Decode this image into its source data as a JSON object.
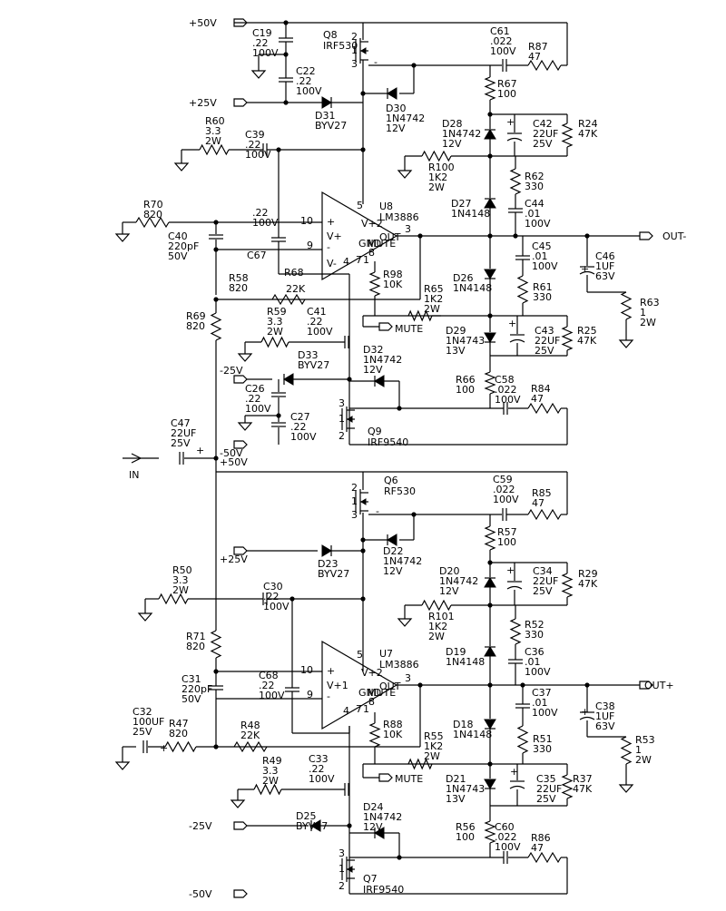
{
  "nets": {
    "p50_top": "+50V",
    "p25_top": "+25V",
    "m25_mid": "-25V",
    "m50_mid": "-50V",
    "p50_mid": "+50V",
    "p25_bot": "+25V",
    "m25_bot": "-25V",
    "m50_bot": "-50V",
    "out_minus": "OUT-",
    "out_plus": "OUT+",
    "in": "IN",
    "mute_top": "MUTE",
    "mute_bot": "MUTE"
  },
  "ics": {
    "u8": {
      "ref": "U8",
      "part": "LM3886"
    },
    "u7": {
      "ref": "U7",
      "part": "LM3886"
    },
    "pins": {
      "p10": "10",
      "p9": "9",
      "p3": "3",
      "p5": "5",
      "p4": "4",
      "p7": "7",
      "p1": "1",
      "p8": "8",
      "inp": "+",
      "inn": "-",
      "out": "OUT",
      "v_plus": "V+",
      "v_minus": "V-",
      "gnd": "GND",
      "mute": "MUTE",
      "v_plus2": "V+2",
      "v_plus1": "V+1"
    }
  },
  "transistors": {
    "q8": {
      "ref": "Q8",
      "part": "IRF530"
    },
    "q9": {
      "ref": "Q9",
      "part": "IRF9540"
    },
    "q6": {
      "ref": "Q6",
      "part": "RF530"
    },
    "q7": {
      "ref": "Q7",
      "part": "IRF9540"
    },
    "pin1": "1",
    "pin2": "2",
    "pin3": "3"
  },
  "top": {
    "c19": [
      "C19",
      ".22",
      "100V"
    ],
    "c22": [
      "C22",
      ".22",
      "100V"
    ],
    "c61": [
      "C61",
      ".022",
      "100V"
    ],
    "r87": [
      "R87",
      "47"
    ],
    "r67": [
      "R67",
      "100"
    ],
    "d31": [
      "D31",
      "BYV27"
    ],
    "d30": [
      "D30",
      "1N4742",
      "12V"
    ],
    "r60": [
      "R60",
      "3.3",
      "2W"
    ],
    "c39": [
      "C39",
      ".22",
      "100V"
    ],
    "d28": [
      "D28",
      "1N4742",
      "12V"
    ],
    "c42": [
      "C42",
      "22UF",
      "25V"
    ],
    "r24": [
      "R24",
      "47K"
    ],
    "r100": [
      "R100",
      "1K2",
      "2W"
    ],
    "r62": [
      "R62",
      "330"
    ],
    "d27": [
      "D27",
      "1N4148"
    ],
    "c44": [
      "C44",
      ".01",
      "100V"
    ],
    "r70": [
      "R70",
      "820"
    ],
    "c40": [
      "C40",
      "220pF",
      "50V"
    ],
    "cfb": [
      ".22",
      "100V"
    ],
    "c67": [
      "C67"
    ],
    "r68": [
      "R68"
    ],
    "r98": [
      "R98",
      "10K"
    ],
    "c45": [
      "C45",
      ".01",
      "100V"
    ],
    "c46": [
      "C46",
      "1UF",
      "63V"
    ],
    "r63": [
      "R63",
      "1",
      "2W"
    ],
    "r58": [
      "R58",
      "820"
    ],
    "r58v": [
      "22K"
    ],
    "r65": [
      "R65",
      "1K2",
      "2W"
    ],
    "d26": [
      "D26",
      "1N4148"
    ],
    "r61": [
      "R61",
      "330"
    ],
    "r69": [
      "R69",
      "820"
    ],
    "r59": [
      "R59",
      "3.3",
      "2W"
    ],
    "c41": [
      "C41",
      ".22",
      "100V"
    ],
    "d29": [
      "D29",
      "1N4743",
      "13V"
    ],
    "c43": [
      "C43",
      "22UF",
      "25V"
    ],
    "r25": [
      "R25",
      "47K"
    ],
    "d33": [
      "D33",
      "BYV27"
    ],
    "d32": [
      "D32",
      "1N4742",
      "12V"
    ],
    "c26": [
      "C26",
      ".22",
      "100V"
    ],
    "c27": [
      "C27",
      ".22",
      "100V"
    ],
    "r66": [
      "R66",
      "100"
    ],
    "c58": [
      "C58",
      ".022",
      "100V"
    ],
    "r84": [
      "R84",
      "47"
    ],
    "c47": [
      "C47",
      "22UF",
      "25V"
    ]
  },
  "bottom": {
    "c59": [
      "C59",
      ".022",
      "100V"
    ],
    "r85": [
      "R85",
      "47"
    ],
    "r57": [
      "R57",
      "100"
    ],
    "d23": [
      "D23",
      "BYV27"
    ],
    "d22": [
      "D22",
      "1N4742",
      "12V"
    ],
    "r50": [
      "R50",
      "3.3",
      "2W"
    ],
    "c30": [
      "C30",
      ".22",
      "100V"
    ],
    "d20": [
      "D20",
      "1N4742",
      "12V"
    ],
    "c34": [
      "C34",
      "22UF",
      "25V"
    ],
    "r29": [
      "R29",
      "47K"
    ],
    "r101": [
      "R101",
      "1K2",
      "2W"
    ],
    "r52": [
      "R52",
      "330"
    ],
    "r71": [
      "R71",
      "820"
    ],
    "d19": [
      "D19",
      "1N4148"
    ],
    "c36": [
      "C36",
      ".01",
      "100V"
    ],
    "c31": [
      "C31",
      "220pF",
      "50V"
    ],
    "c68": [
      "C68",
      ".22",
      "100V"
    ],
    "r88": [
      "R88",
      "10K"
    ],
    "c37": [
      "C37",
      ".01",
      "100V"
    ],
    "c38": [
      "C38",
      "1UF",
      "63V"
    ],
    "r53": [
      "R53",
      "1",
      "2W"
    ],
    "c32": [
      "C32",
      "100UF",
      "25V"
    ],
    "r47": [
      "R47",
      "820"
    ],
    "r48": [
      "R48",
      "22K"
    ],
    "r55": [
      "R55",
      "1K2",
      "2W"
    ],
    "d18": [
      "D18",
      "1N4148"
    ],
    "r51": [
      "R51",
      "330"
    ],
    "r49": [
      "R49",
      "3.3",
      "2W"
    ],
    "c33": [
      "C33",
      ".22",
      "100V"
    ],
    "d21": [
      "D21",
      "1N4743",
      "13V"
    ],
    "c35": [
      "C35",
      "22UF",
      "25V"
    ],
    "r37": [
      "R37",
      "47K"
    ],
    "d25": [
      "D25",
      "BYV27"
    ],
    "d24": [
      "D24",
      "1N4742",
      "12V"
    ],
    "r56": [
      "R56",
      "100"
    ],
    "c60": [
      "C60",
      ".022",
      "100V"
    ],
    "r86": [
      "R86",
      "47"
    ]
  },
  "marks": {
    "plus": "+",
    "minus": "-"
  }
}
